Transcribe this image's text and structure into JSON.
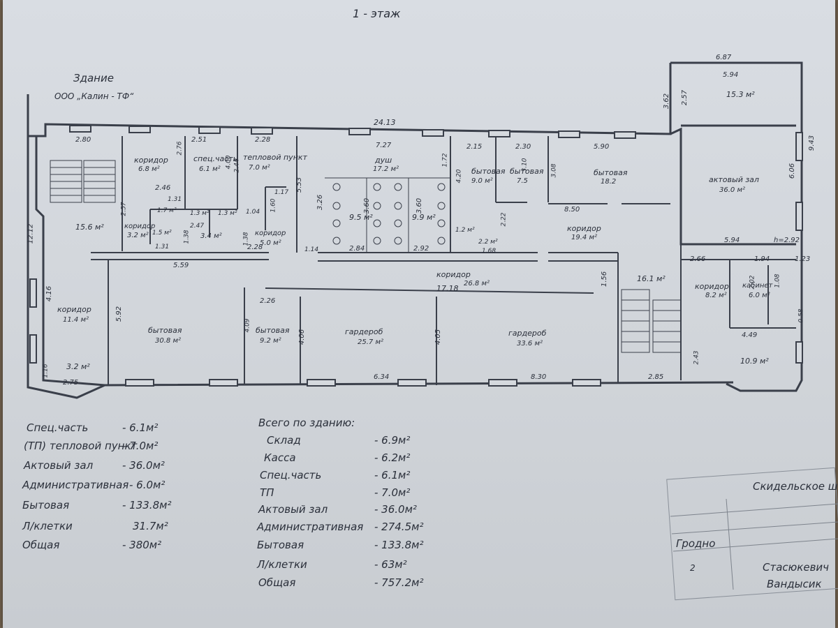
{
  "title": "1 - этаж",
  "building": {
    "label": "Здание",
    "name": "ООО „Калин - ТФ“"
  },
  "dims": {
    "top_overall": "24.13",
    "east_overall": "6.87",
    "east_inner_top": "5.94",
    "left_height": "12.12",
    "d_2_80": "2.80",
    "d_2_51": "2.51",
    "d_2_28": "2.28",
    "d_7_27": "7.27",
    "d_2_15": "2.15",
    "d_2_30": "2.30",
    "d_5_90": "5.90",
    "d_3_62": "3.62",
    "d_2_57": "2.57",
    "d_9_43": "9.43",
    "d_6_06": "6.06",
    "d_5_94b": "5.94",
    "d_h": "h=2.92",
    "d_2_76": "2.76",
    "d_4_00": "4.00",
    "d_2_46": "2.46",
    "d_1_31a": "1.31",
    "d_1_17": "1.17",
    "d_1_60": "1.60",
    "d_2_47": "2.47",
    "d_1_38a": "1.38",
    "d_1_38b": "1.38",
    "d_1_04": "1.04",
    "d_2_28b": "2.28",
    "d_1_31b": "1.31",
    "d_2_57b": "2.57",
    "d_5_53": "5.53",
    "d_1_14": "1.14",
    "d_3_26": "3.26",
    "d_3_60a": "3.60",
    "d_3_60b": "3.60",
    "d_1_72": "1.72",
    "d_2_84": "2.84",
    "d_2_92": "2.92",
    "d_4_20": "4.20",
    "d_3_10": "3.10",
    "d_3_08": "3.08",
    "d_8_50": "8.50",
    "d_2_22": "2.22",
    "d_1_68": "1.68",
    "d_5_59": "5.59",
    "d_5_92": "5.92",
    "d_4_16": "4.16",
    "d_1_16": "1.16",
    "d_2_75": "2.75",
    "d_2_26": "2.26",
    "d_4_09": "4.09",
    "d_4_06": "4.06",
    "d_4_05": "4.05",
    "d_17_18": "17.18",
    "d_1_56": "1.56",
    "d_6_34": "6.34",
    "d_8_30": "8.30",
    "d_2_85": "2.85",
    "d_2_43": "2.43",
    "d_2_66": "2.66",
    "d_1_94": "1.94",
    "d_1_23": "1.23",
    "d_2_02": "2.02",
    "d_1_08": "1.08",
    "d_0_58": "0.58",
    "d_4_49": "4.49",
    "d_2_44": "2.44"
  },
  "rooms": {
    "koridor1": "коридор",
    "koridor1_area": "6.8 м²",
    "specchast": "спец.часть",
    "specchast_area": "6.1 м²",
    "teplovoy": "тепловой пункт",
    "teplovoy_area": "7.0 м²",
    "dush": "душ",
    "dush_area": "17.2 м²",
    "bytovaya1": "бытовая",
    "bytovaya1_area": "9.0 м²",
    "bytovaya2": "бытовая",
    "bytovaya2_area": "7.5",
    "bytovaya3": "бытовая",
    "bytovaya3_area": "18.2",
    "aktovyi": "актовый зал",
    "aktovyi_area": "36.0 м²",
    "east_top_area": "15.3 м²",
    "stair_area": "15.6 м²",
    "koridor_small": "коридор",
    "koridor_small_area": "3.2 м²",
    "wc1": "1.7 м²",
    "wc2": "1.3 м²",
    "wc3": "1.3 м²",
    "wc4": "1.5 м²",
    "room_3_4": "3.4 м²",
    "koridor2": "коридор",
    "koridor2_area": "5.0 м²",
    "shower1": "9.5 м²",
    "shower2": "9.9 м²",
    "small_1_2": "1.2 м²",
    "small_2_2": "2.2 м²",
    "koridor3": "коридор",
    "koridor3_area": "19.4 м²",
    "koridor_main": "коридор",
    "koridor_main_area": "26.8 м²",
    "stair2_area": "16.1 м²",
    "koridor4": "коридор",
    "koridor4_area": "8.2 м²",
    "kabinet": "кабинет",
    "kabinet_area": "6.0 м²",
    "koridor5": "коридор",
    "koridor5_area": "11.4 м²",
    "vest_area": "3.2 м²",
    "bytovaya4": "бытовая",
    "bytovaya4_area": "30.8 м²",
    "bytovaya5": "бытовая",
    "bytovaya5_area": "9.2 м²",
    "garderob1": "гардероб",
    "garderob1_area": "25.7 м²",
    "garderob2": "гардероб",
    "garderob2_area": "33.6 м²",
    "room_10_9": "10.9 м²"
  },
  "summary_left": [
    {
      "label": "Спец.часть",
      "value": "- 6.1м²"
    },
    {
      "label": "(ТП) тепловой пункт",
      "value": "- 7.0м²"
    },
    {
      "label": "Актовый зал",
      "value": "- 36.0м²"
    },
    {
      "label": "Административная",
      "value": "- 6.0м²"
    },
    {
      "label": "Бытовая",
      "value": "- 133.8м²"
    },
    {
      "label": "Л/клетки",
      "value": "31.7м²"
    },
    {
      "label": "Общая",
      "value": "- 380м²"
    }
  ],
  "summary_right_title": "Всего по зданию:",
  "summary_right": [
    {
      "label": "Склад",
      "value": "- 6.9м²"
    },
    {
      "label": "Касса",
      "value": "- 6.2м²"
    },
    {
      "label": "Спец.часть",
      "value": "- 6.1м²"
    },
    {
      "label": "ТП",
      "value": "- 7.0м²"
    },
    {
      "label": "Актовый зал",
      "value": "- 36.0м²"
    },
    {
      "label": "Административная",
      "value": "- 274.5м²"
    },
    {
      "label": "Бытовая",
      "value": "- 133.8м²"
    },
    {
      "label": "Л/клетки",
      "value": "- 63м²"
    },
    {
      "label": "Общая",
      "value": "- 757.2м²"
    }
  ],
  "stamp": {
    "street": "Скидельское шоссе",
    "city": "Гродно",
    "sheet": "2",
    "sig1": "Стасюкевич",
    "sig2": "Вандысик"
  }
}
